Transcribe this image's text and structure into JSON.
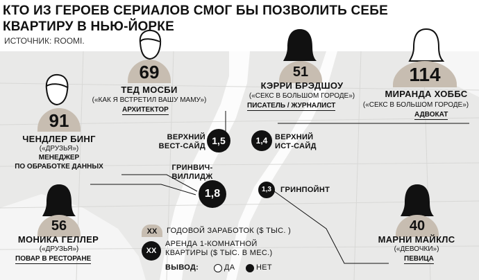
{
  "title": "КТО ИЗ ГЕРОЕВ СЕРИАЛОВ СМОГ БЫ ПОЗВОЛИТЬ СЕБЕ КВАРТИРУ В НЬЮ-ЙОРКЕ",
  "source": "ИСТОЧНИК: ROOMI.",
  "colors": {
    "badge": "#c7bdb1",
    "dot": "#111111",
    "map_bg": "#e9e9e8",
    "water": "#ffffff"
  },
  "characters": [
    {
      "id": "ted",
      "salary": "69",
      "name": "ТЕД МОСБИ",
      "show": "(«КАК Я ВСТРЕТИЛ ВАШУ МАМУ»)",
      "job": "АРХИТЕКТОР",
      "icon": "male-head-icon"
    },
    {
      "id": "chandler",
      "salary": "91",
      "name": "ЧЕНДЛЕР БИНГ",
      "show": "(«ДРУЗЬЯ»)",
      "job": "МЕНЕДЖЕР ПО ОБРАБОТКЕ ДАННЫХ",
      "job_line1": "МЕНЕДЖЕР",
      "job_line2": "ПО ОБРАБОТКЕ ДАННЫХ",
      "icon": "male-head-icon"
    },
    {
      "id": "carrie",
      "salary": "51",
      "name": "КЭРРИ БРЭДШОУ",
      "show": "(«СЕКС В БОЛЬШОМ ГОРОДЕ»)",
      "job": "ПИСАТЕЛЬ / ЖУРНАЛИСТ",
      "icon": "female-head-filled-icon"
    },
    {
      "id": "miranda",
      "salary": "114",
      "name": "МИРАНДА ХОББС",
      "show": "(«СЕКС В БОЛЬШОМ ГОРОДЕ»)",
      "job": "АДВОКАТ",
      "icon": "female-head-outline-icon"
    },
    {
      "id": "monica",
      "salary": "56",
      "name": "МОНИКА ГЕЛЛЕР",
      "show": "(«ДРУЗЬЯ»)",
      "job": "ПОВАР В РЕСТОРАНЕ",
      "icon": "female-head-filled-icon"
    },
    {
      "id": "marnie",
      "salary": "40",
      "name": "МАРНИ МАЙКЛС",
      "show": "(«ДЕВОЧКИ»)",
      "job": "ПЕВИЦА",
      "icon": "female-head-filled-icon"
    }
  ],
  "areas": [
    {
      "id": "uws",
      "line1": "ВЕРХНИЙ",
      "line2": "ВЕСТ-САЙД",
      "rent": "1,5",
      "affordable": false
    },
    {
      "id": "ues",
      "line1": "ВЕРХНИЙ",
      "line2": "ИСТ-САЙД",
      "rent": "1,4",
      "affordable": false
    },
    {
      "id": "gv",
      "line1": "ГРИНВИЧ-",
      "line2": "ВИЛЛИДЖ",
      "rent": "1,8",
      "affordable": false
    },
    {
      "id": "gp",
      "line1": "ГРИНПОЙНТ",
      "line2": "",
      "rent": "1,3",
      "affordable": false
    }
  ],
  "legend": {
    "salary_sample": "XX",
    "salary_text": "ГОДОВОЙ ЗАРАБОТОК ($ ТЫС. )",
    "rent_sample": "XX",
    "rent_text_line1": "АРЕНДА 1-КОМНАТНОЙ",
    "rent_text_line2": "КВАРТИРЫ ($ ТЫС. В МЕС.)",
    "verdict_label": "ВЫВОД:",
    "yes": "ДА",
    "no": "НЕТ"
  }
}
